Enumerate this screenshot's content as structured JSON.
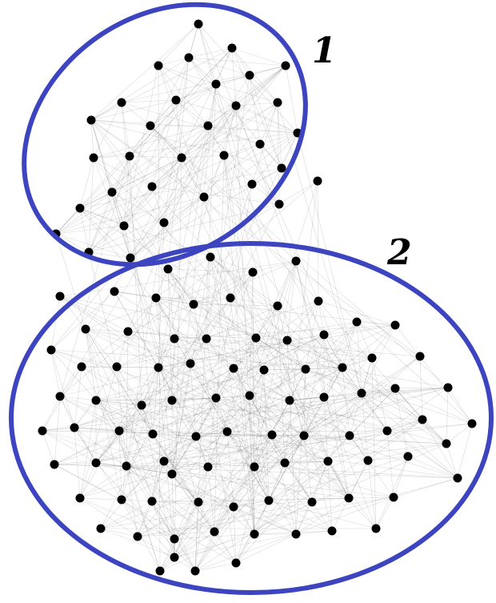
{
  "figure": {
    "node_color": "#000000",
    "edge_color": "#555555",
    "cluster_outline_color": "#3d44bf",
    "background": "#ffffff"
  },
  "clusters": [
    {
      "id": "cluster-1",
      "label": "1"
    },
    {
      "id": "cluster-2",
      "label": "2"
    }
  ]
}
